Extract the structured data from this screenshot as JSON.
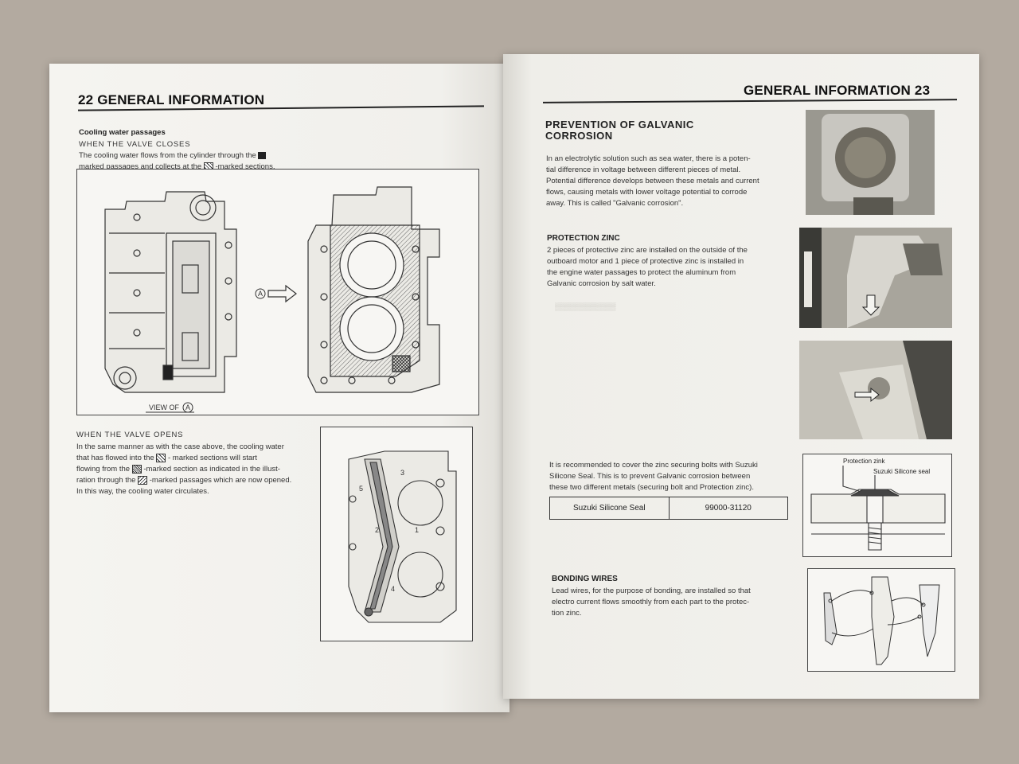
{
  "left_page": {
    "header": "22 GENERAL INFORMATION",
    "section_title": "Cooling water passages",
    "closes_heading": "WHEN THE VALVE CLOSES",
    "closes_text_1": "The cooling water flows from the cylinder through the",
    "closes_text_2": "marked passages and collects at the",
    "closes_text_3": "-marked sections.",
    "view_label": "VIEW OF",
    "arrow_label": "A",
    "opens_heading": "WHEN THE VALVE OPENS",
    "opens_line_1": "In the same manner as with the case above, the cooling water",
    "opens_line_2a": "that has flowed into the",
    "opens_line_2b": "- marked sections will start",
    "opens_line_3a": "flowing from the",
    "opens_line_3b": "-marked section as indicated in the illust-",
    "opens_line_4a": "ration through the",
    "opens_line_4b": "-marked passages which are now opened.",
    "opens_line_5": "In this way, the cooling water circulates.",
    "diagram_numbers": [
      "1",
      "2",
      "3",
      "4",
      "5"
    ]
  },
  "right_page": {
    "header": "GENERAL INFORMATION 23",
    "galvanic_title_1": "PREVENTION OF GALVANIC",
    "galvanic_title_2": "CORROSION",
    "galvanic_lines": [
      "In an electrolytic solution such as sea water, there is a poten-",
      "tial difference in voltage between different pieces of metal.",
      "Potential difference develops between these metals and current",
      "flows, causing metals with lower voltage potential to corrode",
      "away. This is called \"Galvanic corrosion\"."
    ],
    "zinc_title": "PROTECTION ZINC",
    "zinc_lines": [
      "2 pieces of protective zinc are installed on the outside of the",
      "outboard motor and 1 piece of protective zinc is installed in",
      "the engine water passages to protect the aluminum from",
      "Galvanic corrosion by salt water."
    ],
    "recommend_lines": [
      "It is recommended to cover the zinc securing bolts with Suzuki",
      "Silicone Seal. This is to prevent Galvanic corrosion between",
      "these two different metals (securing bolt and Protection zinc)."
    ],
    "seal_table": {
      "name": "Suzuki Silicone Seal",
      "part_no": "99000-31120"
    },
    "callout_zinc": "Protection zink",
    "callout_seal": "Suzuki Silicone seal",
    "bonding_title": "BONDING WIRES",
    "bonding_lines": [
      "Lead wires, for the purpose of bonding, are installed so that",
      "electro current flows smoothly from each part to the protec-",
      "tion zinc."
    ]
  },
  "colors": {
    "background": "#b3aaa0",
    "paper": "#f4f3ef",
    "ink": "#222222"
  }
}
